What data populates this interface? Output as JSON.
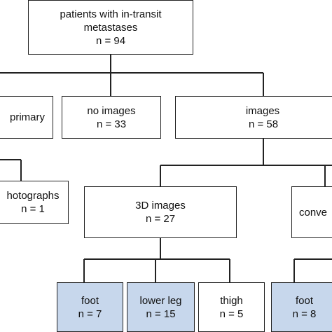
{
  "colors": {
    "border": "#222222",
    "highlight": "#c7d7ec",
    "background": "#ffffff"
  },
  "nodes": {
    "root": {
      "lines": [
        "patients with in-transit",
        "metastases",
        "n = 94"
      ]
    },
    "primary": {
      "lines": [
        "primary"
      ]
    },
    "no_images": {
      "lines": [
        "no images",
        "n = 33"
      ]
    },
    "images": {
      "lines": [
        "images",
        "n = 58"
      ]
    },
    "photographs": {
      "lines": [
        "hotographs",
        "n = 1"
      ]
    },
    "images_3d": {
      "lines": [
        "3D images",
        "n = 27"
      ]
    },
    "conventional": {
      "lines": [
        "conve"
      ]
    },
    "foot_3d": {
      "lines": [
        "foot",
        "n = 7"
      ],
      "highlighted": true
    },
    "lower_leg": {
      "lines": [
        "lower leg",
        "n = 15"
      ],
      "highlighted": true
    },
    "thigh": {
      "lines": [
        "thigh",
        "n = 5"
      ],
      "highlighted": false
    },
    "foot_conv": {
      "lines": [
        "foot",
        "n = 8"
      ],
      "highlighted": true
    }
  }
}
